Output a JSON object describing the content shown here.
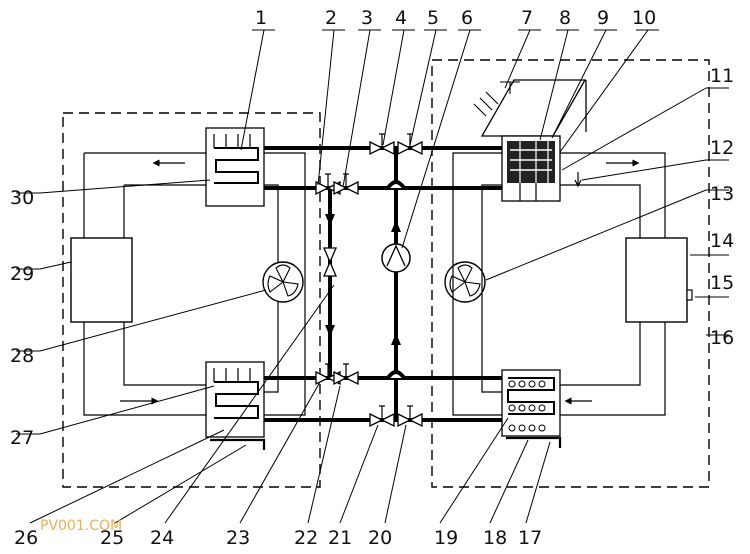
{
  "labels": {
    "n1": "1",
    "n2": "2",
    "n3": "3",
    "n4": "4",
    "n5": "5",
    "n6": "6",
    "n7": "7",
    "n8": "8",
    "n9": "9",
    "n10": "10",
    "n11": "11",
    "n12": "12",
    "n13": "13",
    "n14": "14",
    "n15": "15",
    "n16": "16",
    "n17": "17",
    "n18": "18",
    "n19": "19",
    "n20": "20",
    "n21": "21",
    "n22": "22",
    "n23": "23",
    "n24": "24",
    "n25": "25",
    "n26": "26",
    "n27": "27",
    "n28": "28",
    "n29": "29",
    "n30": "30"
  },
  "watermark": "PV001.COM"
}
